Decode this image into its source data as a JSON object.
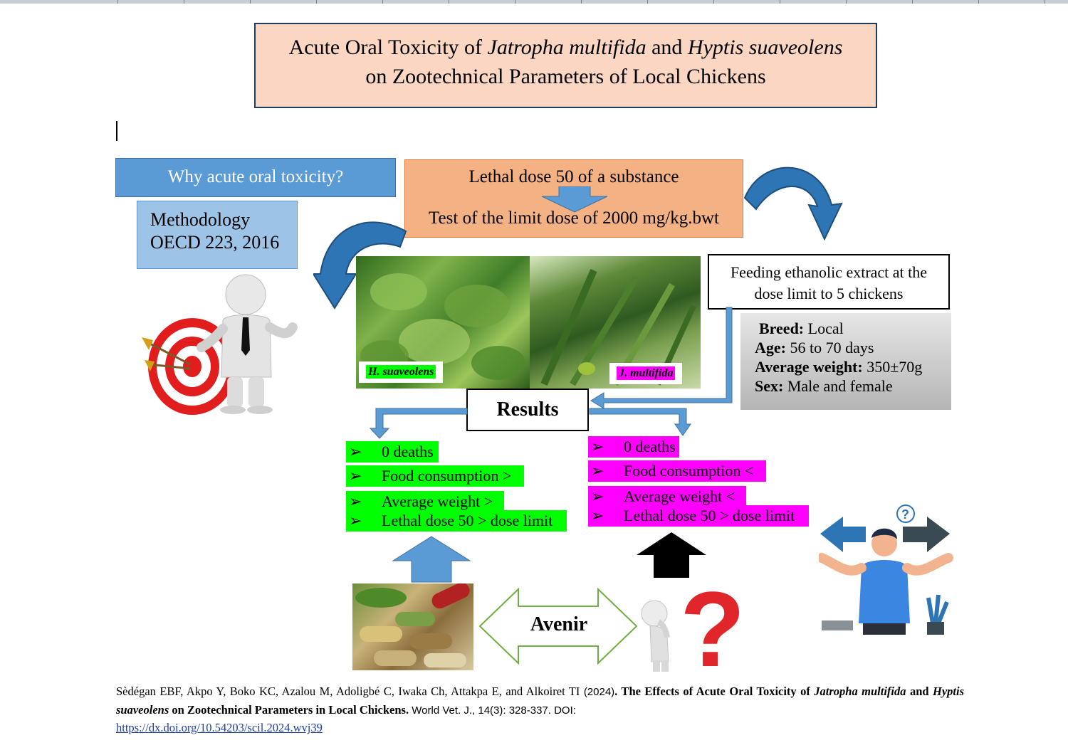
{
  "title": {
    "part1": "Acute Oral Toxicity of ",
    "species1": "Jatropha multifida",
    "and": " and ",
    "species2": "Hyptis suaveolens",
    "line2": "on Zootechnical Parameters of Local Chickens"
  },
  "why_box": {
    "label": "Why acute oral toxicity?"
  },
  "methodology": {
    "line1": "Methodology",
    "line2": "OECD 223, 2016"
  },
  "lethal_dose": {
    "line1": "Lethal dose 50 of a substance",
    "line2": "Test of the limit dose of 2000 mg/kg.bwt"
  },
  "feeding": {
    "line1": "Feeding ethanolic extract at the",
    "line2": "dose limit to 5 chickens"
  },
  "breed_info": {
    "breed_label": "Breed:",
    "breed_value": " Local",
    "age_label": "Age:",
    "age_value": " 56 to 70 days",
    "weight_label": "Average weight:",
    "weight_value": " 350±70g",
    "sex_label": "Sex:",
    "sex_value": " Male and female"
  },
  "plants": {
    "left_label": "H. suaveolens",
    "right_label": "J. multifida"
  },
  "results": {
    "label": "Results"
  },
  "hyptis_results": {
    "arrow": "➢",
    "items": [
      "0 deaths",
      "Food consumption >",
      "Average weight >",
      "Lethal dose 50 > dose limit"
    ]
  },
  "jatropha_results": {
    "arrow": "➢",
    "items": [
      "0 deaths",
      "Food consumption <",
      "Average weight <",
      "Lethal dose 50 > dose limit"
    ]
  },
  "avenir": {
    "label": "Avenir"
  },
  "question_mark": "?",
  "reference": {
    "authors": "Sèdégan EBF, Akpo Y, Boko KC, Azalou M, Adoligbé C, Iwaka Ch, Attakpa E, and Alkoiret TI ",
    "year": "(2024)",
    "title_start": ". The Effects of Acute Oral Toxicity of ",
    "title_sp1": "Jatropha multifida",
    "title_and": " and ",
    "title_sp2": "Hyptis suaveolens",
    "title_end": " on Zootechnical Parameters in Local Chickens.",
    "journal": " World Vet. J., 14(3): 328-337. DOI:",
    "doi": "https://dx.doi.org/10.54203/scil.2024.wvj39"
  },
  "colors": {
    "title_bg": "#fbd6c2",
    "why_bg": "#5b9bd5",
    "methodology_bg": "#9dc3e6",
    "lethal_bg": "#f4b183",
    "hyptis_highlight": "#00ff00",
    "jatropha_highlight": "#ff00ff",
    "arrow_blue": "#5b9bd5",
    "avenir_border": "#70ad47"
  },
  "icons": {
    "target": "target-icon",
    "person": "businessman-3d-icon",
    "thinker": "thinking-figure-icon",
    "question": "question-mark-icon",
    "decision": "confused-person-icon",
    "medicine": "herbal-capsules-icon"
  }
}
